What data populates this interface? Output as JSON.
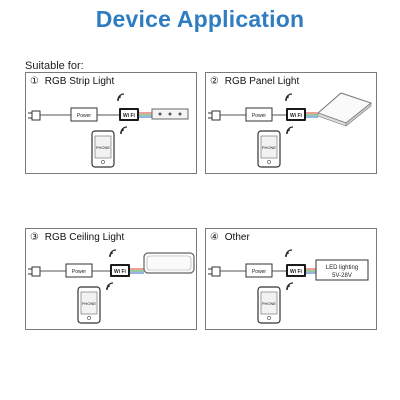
{
  "header": {
    "title": "Device Application",
    "suitable_for": "Suitable for:"
  },
  "colors": {
    "title": "#2f7dc0",
    "wifi_signal": "#2a2a2a",
    "rgb_wires": [
      "#d9402b",
      "#2e9a4a",
      "#2f6bc0"
    ]
  },
  "panels": [
    {
      "number": "①",
      "label": "RGB Strip Light",
      "power_label": "Power",
      "controller_label": "Wi Fi",
      "phone_label": "PHONE",
      "icons": [
        "plug-icon",
        "power-adapter-icon",
        "wifi-controller-icon",
        "led-strip-icon",
        "phone-icon",
        "wifi-signal-icon"
      ]
    },
    {
      "number": "②",
      "label": "RGB Panel Light",
      "power_label": "Power",
      "controller_label": "Wi Fi",
      "phone_label": "PHONE",
      "icons": [
        "plug-icon",
        "power-adapter-icon",
        "wifi-controller-icon",
        "panel-light-icon",
        "phone-icon",
        "wifi-signal-icon"
      ]
    },
    {
      "number": "③",
      "label": "RGB Ceiling Light",
      "power_label": "Power",
      "controller_label": "Wi Fi",
      "phone_label": "PHONE",
      "icons": [
        "plug-icon",
        "power-adapter-icon",
        "wifi-controller-icon",
        "ceiling-light-icon",
        "phone-icon",
        "wifi-signal-icon"
      ]
    },
    {
      "number": "④",
      "label": "Other",
      "power_label": "Power",
      "controller_label": "Wi Fi",
      "phone_label": "PHONE",
      "led_label_1": "LED lighting",
      "led_label_2": "5V-28V",
      "icons": [
        "plug-icon",
        "power-adapter-icon",
        "wifi-controller-icon",
        "led-lighting-box-icon",
        "phone-icon",
        "wifi-signal-icon"
      ]
    }
  ]
}
